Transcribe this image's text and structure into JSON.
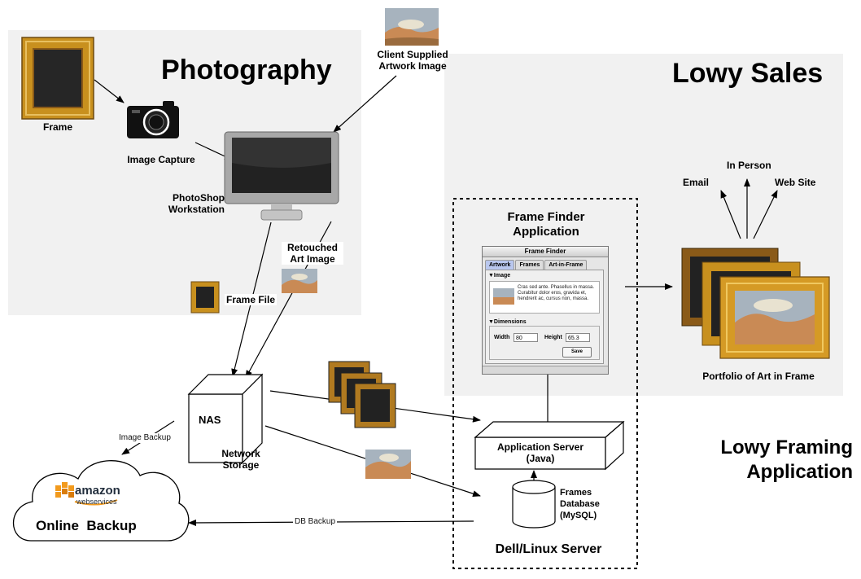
{
  "regions": {
    "photography": {
      "title": "Photography"
    },
    "sales": {
      "title": "Lowy Sales"
    }
  },
  "app_title": {
    "line1": "Lowy Framing",
    "line2": "Application"
  },
  "nodes": {
    "frame": "Frame",
    "camera": "Image Capture",
    "workstation": {
      "line1": "PhotoShop",
      "line2": "Workstation"
    },
    "client_image": {
      "line1": "Client Supplied",
      "line2": "Artwork Image"
    },
    "retouched": {
      "line1": "Retouched",
      "line2": "Art Image"
    },
    "frame_file": "Frame File",
    "nas_box": "NAS",
    "nas_caption": {
      "line1": "Network",
      "line2": "Storage"
    },
    "online_backup": "Online  Backup",
    "aws": {
      "brand": "amazon",
      "sub": "webservices"
    },
    "app_server": {
      "line1": "Application Server",
      "line2": "(Java)"
    },
    "database": {
      "line1": "Frames",
      "line2": "Database",
      "line3": "(MySQL)"
    },
    "server": "Dell/Linux Server",
    "frame_finder": {
      "line1": "Frame Finder",
      "line2": "Application"
    },
    "portfolio": "Portfolio of Art in Frame",
    "email": "Email",
    "in_person": "In Person",
    "web_site": "Web Site"
  },
  "edge_labels": {
    "image_backup": "Image Backup",
    "db_backup": "DB Backup"
  },
  "frame_finder_window": {
    "title": "Frame Finder",
    "tabs": [
      "Artwork",
      "Frames",
      "Art-in-Frame"
    ],
    "image_section": "▼Image",
    "image_text": "Cras sed ante. Phasellus in massa. Curabitur dolor eros, gravida et, hendrerit ac, cursus non, massa.",
    "dimensions_section": "▼Dimensions",
    "width_label": "Width",
    "width_value": "80",
    "height_label": "Height",
    "height_value": "65.3",
    "save_label": "Save"
  },
  "colors": {
    "region_bg": "#f1f1f1",
    "frame_gold": "#c8901e",
    "frame_dark": "#222222",
    "aws_orange": "#f29a1d"
  }
}
